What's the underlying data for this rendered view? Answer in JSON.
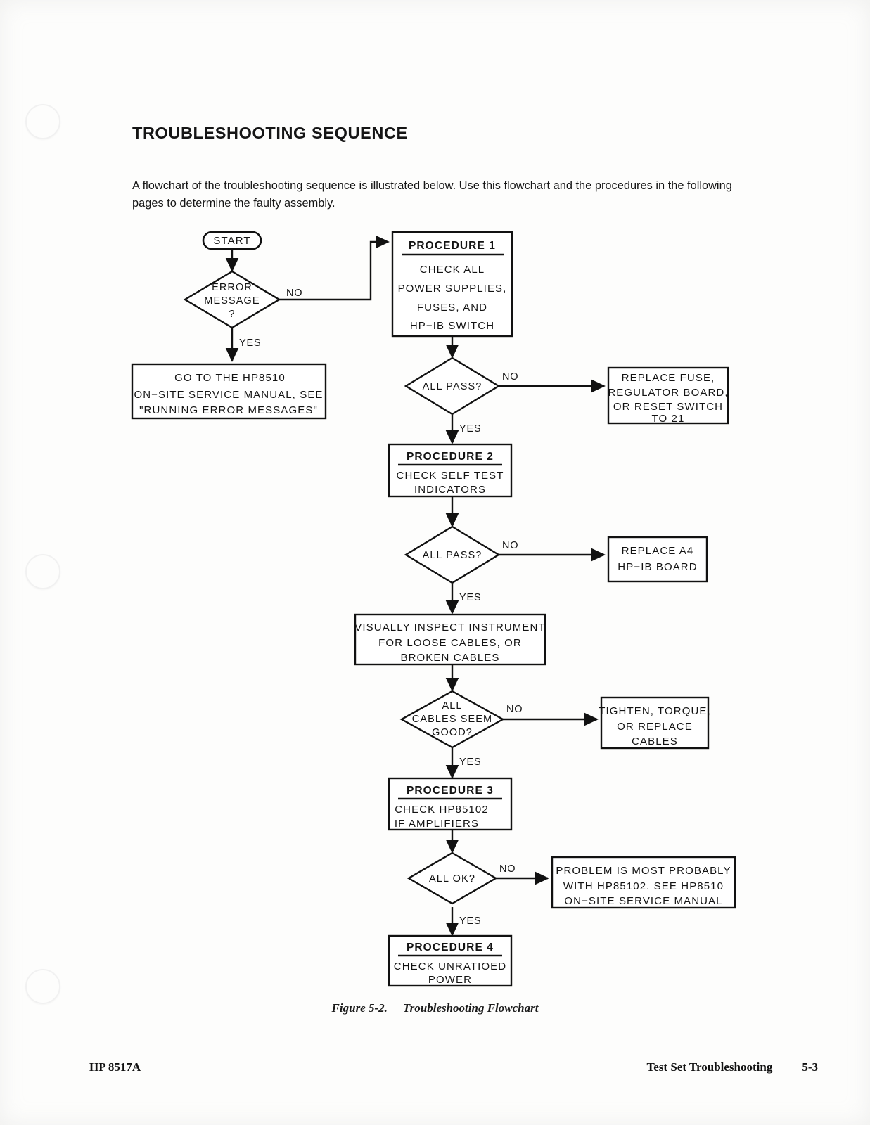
{
  "page": {
    "section_title": "TROUBLESHOOTING SEQUENCE",
    "intro_paragraph": "A flowchart of the troubleshooting sequence is illustrated below. Use this flowchart and the procedures in the following pages to determine the faulty assembly.",
    "figure_number": "Figure 5-2.",
    "figure_title": "Troubleshooting Flowchart",
    "footer_left": "HP 8517A",
    "footer_right": "Test Set Troubleshooting",
    "page_number": "5-3",
    "ink_color": "#111111",
    "paper_color": "#fdfdfc"
  },
  "chart_data": {
    "type": "flowchart",
    "title": "Troubleshooting Flowchart",
    "nodes": [
      {
        "id": "start",
        "shape": "terminator",
        "lines": [
          "START"
        ]
      },
      {
        "id": "d_error",
        "shape": "decision",
        "lines": [
          "ERROR",
          "MESSAGE",
          "?"
        ]
      },
      {
        "id": "goto_manual",
        "shape": "process",
        "lines": [
          "GO  TO  THE  HP8510",
          "ON−SITE  SERVICE  MANUAL,  SEE",
          "\"RUNNING  ERROR  MESSAGES\""
        ]
      },
      {
        "id": "proc1",
        "shape": "process",
        "heading": "PROCEDURE  1",
        "lines": [
          "CHECK  ALL",
          "POWER  SUPPLIES,",
          "FUSES,  AND",
          "HP−IB  SWITCH"
        ]
      },
      {
        "id": "d_pass1",
        "shape": "decision",
        "lines": [
          "ALL   PASS?"
        ]
      },
      {
        "id": "replace_fuse",
        "shape": "process",
        "lines": [
          "REPLACE   FUSE,",
          "REGULATOR  BOARD,",
          "OR  RESET  SWITCH",
          "TO  21"
        ]
      },
      {
        "id": "proc2",
        "shape": "process",
        "heading": "PROCEDURE  2",
        "lines": [
          "CHECK  SELF  TEST",
          "INDICATORS"
        ]
      },
      {
        "id": "d_pass2",
        "shape": "decision",
        "lines": [
          "ALL   PASS?"
        ]
      },
      {
        "id": "replace_a4",
        "shape": "process",
        "lines": [
          "REPLACE  A4",
          "HP−IB  BOARD"
        ]
      },
      {
        "id": "inspect",
        "shape": "process",
        "lines": [
          "VISUALLY  INSPECT  INSTRUMENT",
          "FOR  LOOSE  CABLES,  OR",
          "BROKEN  CABLES"
        ]
      },
      {
        "id": "d_cables",
        "shape": "decision",
        "lines": [
          "ALL",
          "CABLES  SEEM",
          "GOOD?"
        ]
      },
      {
        "id": "tighten",
        "shape": "process",
        "lines": [
          "TIGHTEN,  TORQUE,",
          "OR  REPLACE",
          "CABLES"
        ]
      },
      {
        "id": "proc3",
        "shape": "process",
        "heading": "PROCEDURE  3",
        "lines": [
          "CHECK  HP85102",
          "IF  AMPLIFIERS"
        ]
      },
      {
        "id": "d_ok",
        "shape": "decision",
        "lines": [
          "ALL   OK?"
        ]
      },
      {
        "id": "problem",
        "shape": "process",
        "lines": [
          "PROBLEM  IS  MOST  PROBABLY",
          "WITH  HP85102.  SEE  HP8510",
          "ON−SITE  SERVICE  MANUAL"
        ]
      },
      {
        "id": "proc4",
        "shape": "process",
        "heading": "PROCEDURE  4",
        "lines": [
          "CHECK  UNRATIOED",
          "POWER"
        ]
      }
    ],
    "edges": [
      {
        "from": "start",
        "to": "d_error",
        "label": ""
      },
      {
        "from": "d_error",
        "to": "goto_manual",
        "label": "YES"
      },
      {
        "from": "d_error",
        "to": "proc1",
        "label": "NO"
      },
      {
        "from": "proc1",
        "to": "d_pass1",
        "label": ""
      },
      {
        "from": "d_pass1",
        "to": "replace_fuse",
        "label": "NO"
      },
      {
        "from": "d_pass1",
        "to": "proc2",
        "label": "YES"
      },
      {
        "from": "proc2",
        "to": "d_pass2",
        "label": ""
      },
      {
        "from": "d_pass2",
        "to": "replace_a4",
        "label": "NO"
      },
      {
        "from": "d_pass2",
        "to": "inspect",
        "label": "YES"
      },
      {
        "from": "inspect",
        "to": "d_cables",
        "label": ""
      },
      {
        "from": "d_cables",
        "to": "tighten",
        "label": "NO"
      },
      {
        "from": "d_cables",
        "to": "proc3",
        "label": "YES"
      },
      {
        "from": "proc3",
        "to": "d_ok",
        "label": ""
      },
      {
        "from": "d_ok",
        "to": "problem",
        "label": "NO"
      },
      {
        "from": "d_ok",
        "to": "proc4",
        "label": "YES"
      }
    ]
  },
  "flow": {
    "start": {
      "label": "START"
    },
    "d_error": {
      "line1": "ERROR",
      "line2": "MESSAGE",
      "line3": "?"
    },
    "goto_manual": {
      "line1": "GO  TO  THE  HP8510",
      "line2": "ON−SITE  SERVICE  MANUAL,  SEE",
      "line3": "\"RUNNING  ERROR  MESSAGES\""
    },
    "proc1": {
      "heading": "PROCEDURE  1",
      "line1": "CHECK  ALL",
      "line2": "POWER  SUPPLIES,",
      "line3": "FUSES,  AND",
      "line4": "HP−IB  SWITCH"
    },
    "d_pass1": {
      "line1": "ALL   PASS?"
    },
    "replace_fuse": {
      "line1": "REPLACE   FUSE,",
      "line2": "REGULATOR  BOARD,",
      "line3": "OR  RESET  SWITCH",
      "line4": "TO  21"
    },
    "proc2": {
      "heading": "PROCEDURE  2",
      "line1": "CHECK  SELF  TEST",
      "line2": "INDICATORS"
    },
    "d_pass2": {
      "line1": "ALL   PASS?"
    },
    "replace_a4": {
      "line1": "REPLACE  A4",
      "line2": "HP−IB  BOARD"
    },
    "inspect": {
      "line1": "VISUALLY  INSPECT  INSTRUMENT",
      "line2": "FOR  LOOSE  CABLES,  OR",
      "line3": "BROKEN  CABLES"
    },
    "d_cables": {
      "line1": "ALL",
      "line2": "CABLES  SEEM",
      "line3": "GOOD?"
    },
    "tighten": {
      "line1": "TIGHTEN,  TORQUE,",
      "line2": "OR  REPLACE",
      "line3": "CABLES"
    },
    "proc3": {
      "heading": "PROCEDURE  3",
      "line1": "CHECK  HP85102",
      "line2": "IF  AMPLIFIERS"
    },
    "d_ok": {
      "line1": "ALL   OK?"
    },
    "problem": {
      "line1": "PROBLEM  IS  MOST  PROBABLY",
      "line2": "WITH  HP85102.  SEE  HP8510",
      "line3": "ON−SITE  SERVICE  MANUAL"
    },
    "proc4": {
      "heading": "PROCEDURE  4",
      "line1": "CHECK  UNRATIOED",
      "line2": "POWER"
    },
    "labels": {
      "no1": "NO",
      "yes1": "YES",
      "no2": "NO",
      "yes2": "YES",
      "no3": "NO",
      "yes3": "YES",
      "no4": "NO",
      "yes4": "YES",
      "no5": "NO",
      "yes5": "YES"
    }
  }
}
